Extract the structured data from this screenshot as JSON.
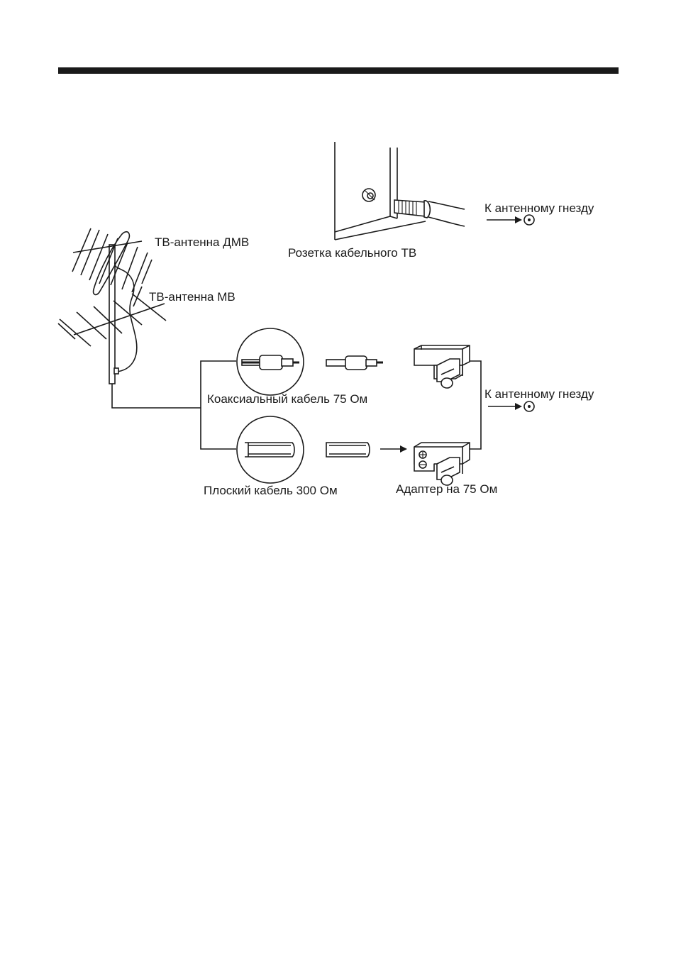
{
  "labels": {
    "uhf_antenna": "ТВ-антенна ДМВ",
    "vhf_antenna": "ТВ-антенна МВ",
    "cable_tv_outlet": "Розетка кабельного ТВ",
    "to_antenna_jack_top": "К антенному гнезду",
    "to_antenna_jack_mid": "К антенному гнезду",
    "coax_cable": "Коаксиальный кабель 75 Ом",
    "flat_cable": "Плоский кабель 300 Ом",
    "adapter": "Адаптер на 75 Ом"
  },
  "colors": {
    "ink": "#1a1a1a",
    "paper": "#ffffff"
  },
  "icons": [
    "antenna-jack-icon",
    "arrow-right-icon",
    "plus-terminal-icon",
    "minus-terminal-icon"
  ]
}
